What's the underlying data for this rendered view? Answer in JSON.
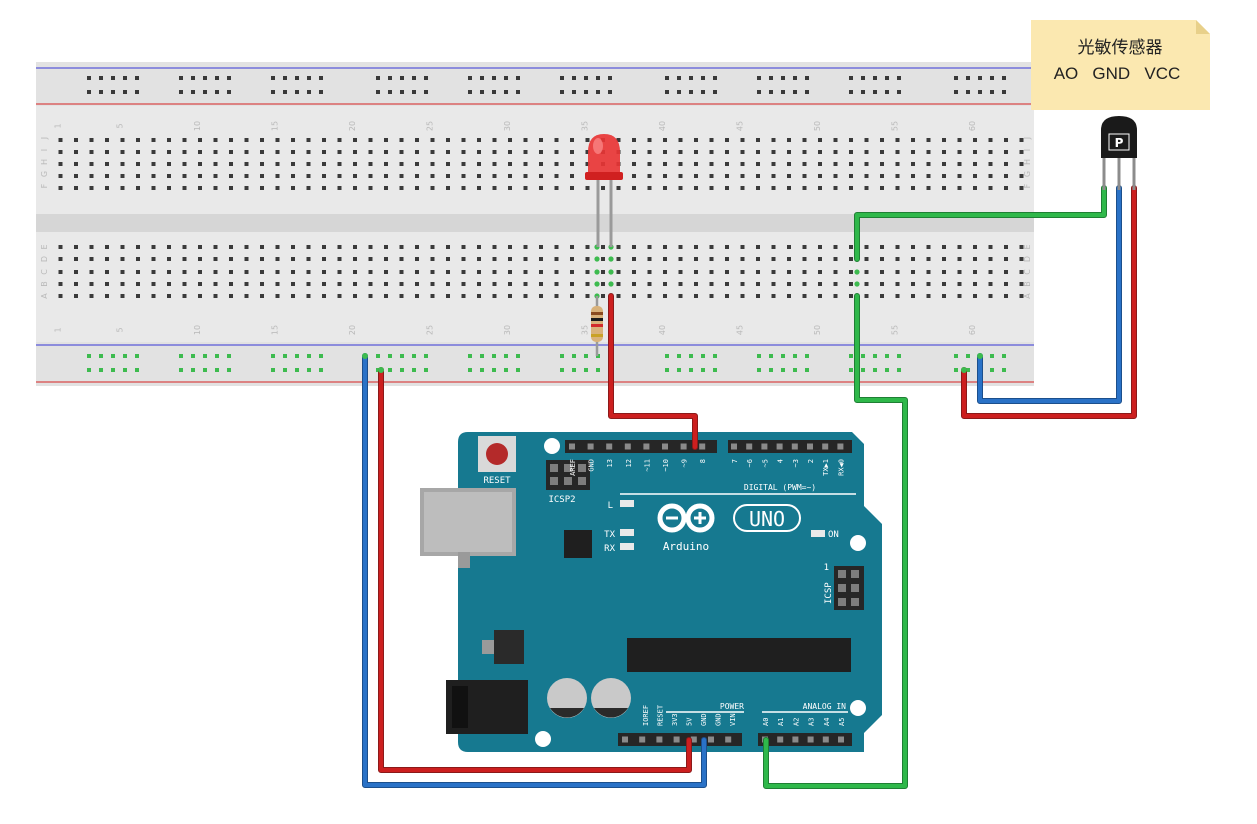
{
  "sensor_note": {
    "title": "光敏传感器",
    "pins_text": "AO   GND   VCC"
  },
  "breadboard": {
    "row_letters_top": [
      "J",
      "I",
      "H",
      "G",
      "F"
    ],
    "row_letters_bottom": [
      "E",
      "D",
      "C",
      "B",
      "A"
    ],
    "column_numbers": [
      "1",
      "5",
      "10",
      "15",
      "20",
      "25",
      "30",
      "35",
      "40",
      "45",
      "50",
      "55",
      "60"
    ]
  },
  "arduino": {
    "reset_label": "RESET",
    "icsp2_label": "ICSP2",
    "icsp_label": "ICSP",
    "icsp_pin1": "1",
    "digital_label": "DIGITAL (PWM=~)",
    "digital_pins_left": [
      "AREF",
      "GND",
      "13",
      "12",
      "~11",
      "~10",
      "~9",
      "8"
    ],
    "digital_pins_right": [
      "7",
      "~6",
      "~5",
      "4",
      "~3",
      "2",
      "TX▶1",
      "RX◀0"
    ],
    "led_l": "L",
    "led_tx": "TX",
    "led_rx": "RX",
    "on_label": "ON",
    "brand": "Arduino",
    "model": "UNO",
    "power_label": "POWER",
    "power_pins": [
      "IOREF",
      "RESET",
      "3V3",
      "5V",
      "GND",
      "GND",
      "VIN"
    ],
    "analog_label": "ANALOG IN",
    "analog_pins": [
      "A0",
      "A1",
      "A2",
      "A3",
      "A4",
      "A5"
    ]
  },
  "sensor": {
    "badge": "P"
  },
  "colors": {
    "wire_red": "#cc1f1f",
    "wire_blue": "#2a72c7",
    "wire_green": "#2fb84a",
    "board_teal": "#167990",
    "breadboard": "#e4e4e4",
    "note_yellow": "#fbe8b0"
  }
}
